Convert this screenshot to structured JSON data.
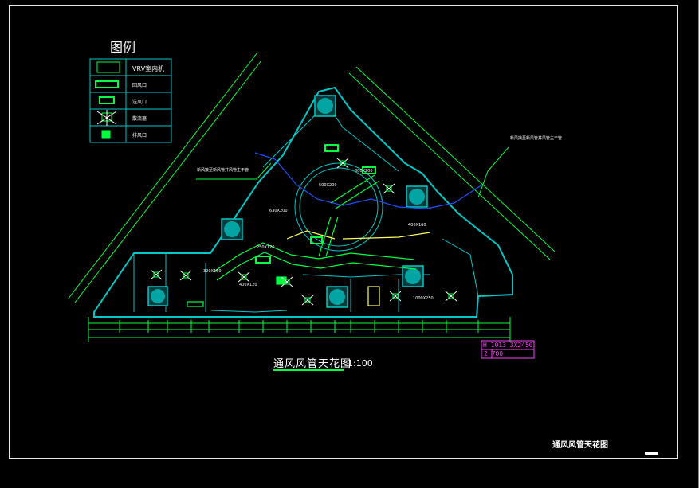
{
  "legend": {
    "title": "图例",
    "rows": [
      {
        "label": "VRV室内机",
        "icon": "vrv-indoor-unit-icon"
      },
      {
        "label": "回风口",
        "icon": "return-air-grille-icon"
      },
      {
        "label": "送风口",
        "icon": "supply-air-grille-icon"
      },
      {
        "label": "散流器",
        "icon": "diffuser-icon"
      },
      {
        "label": "排风口",
        "icon": "exhaust-grille-icon"
      }
    ]
  },
  "annotations": {
    "left_note": "新风接至新风管井风管主干管",
    "right_note": "新风接至新风管井风管主干管"
  },
  "duct_labels": [
    "800X200",
    "630X200",
    "500X200",
    "400X160",
    "320X160",
    "250X120",
    "1000X250",
    "400X120"
  ],
  "plan": {
    "title": "通风风管天花图",
    "scale": "1:100"
  },
  "title_block": {
    "sheet_title": "通风风管天花图"
  },
  "callout": {
    "line1": "H 1013 3X2450",
    "line2": "2 700"
  },
  "colors": {
    "background": "#000000",
    "walls": "#00c8c8",
    "ducts": "#00ff40",
    "dimensions": "#00ff40",
    "callout": "#ff40ff",
    "text": "#ffffff"
  }
}
